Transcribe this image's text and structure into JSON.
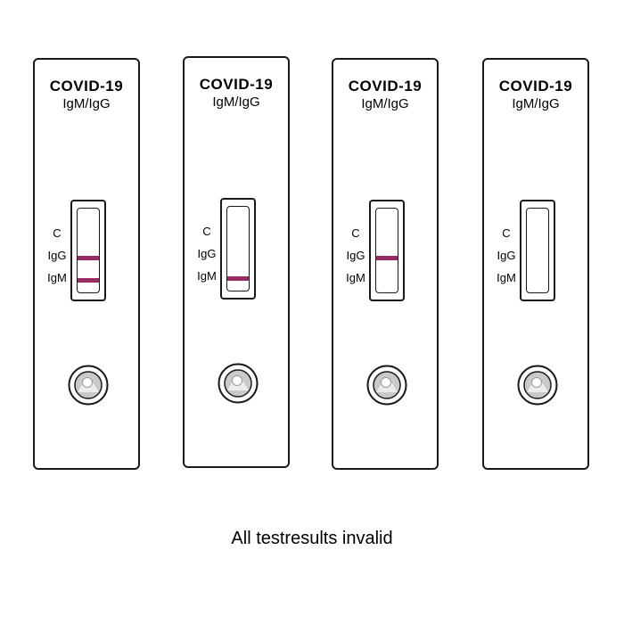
{
  "cassettes": [
    {
      "brand": "COVID-19",
      "subtitle": "IgM/IgG",
      "labels": {
        "c": "C",
        "igg": "IgG",
        "igm": "IgM"
      },
      "bands": {
        "c": false,
        "igg": true,
        "igm": true
      }
    },
    {
      "brand": "COVID-19",
      "subtitle": "IgM/IgG",
      "labels": {
        "c": "C",
        "igg": "IgG",
        "igm": "IgM"
      },
      "bands": {
        "c": false,
        "igg": false,
        "igm": true
      }
    },
    {
      "brand": "COVID-19",
      "subtitle": "IgM/IgG",
      "labels": {
        "c": "C",
        "igg": "IgG",
        "igm": "IgM"
      },
      "bands": {
        "c": false,
        "igg": true,
        "igm": false
      }
    },
    {
      "brand": "COVID-19",
      "subtitle": "IgM/IgG",
      "labels": {
        "c": "C",
        "igg": "IgG",
        "igm": "IgM"
      },
      "bands": {
        "c": false,
        "igg": false,
        "igm": false
      }
    }
  ],
  "caption": "All testresults invalid",
  "colors": {
    "band": "#9a2a64",
    "outline": "#1a1a1a",
    "well_fill": "#c9c9c9"
  }
}
